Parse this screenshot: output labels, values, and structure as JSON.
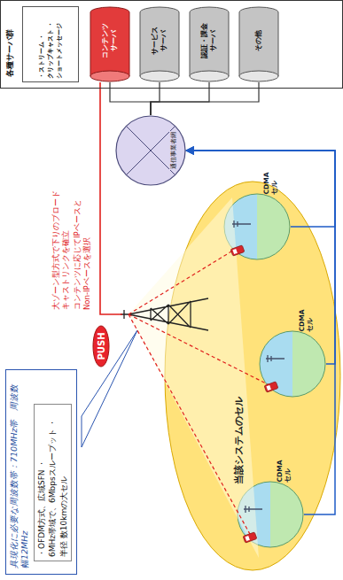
{
  "diagram": {
    "nodes": [
      {
        "text": [
          "具現化に必要な周波数帯：710MHz帯　周波数幅12MHz",
          "・OFDM方式、広域SFN ・6MHz帯域で、6Mbpsスループット ・半径 数10kmの大セル"
        ]
      },
      {
        "text": [
          "各種サーバ群"
        ]
      },
      {
        "text": [
          "・ストリーム ・クリップキャスト ・ショートメッセージ"
        ],
        "in": 1
      },
      {
        "text": [
          "コンテンツ サーバ"
        ],
        "in": 1
      },
      {
        "text": [
          "サービス サーバ"
        ],
        "in": 1
      },
      {
        "text": [
          "認証・課金 サーバ"
        ],
        "in": 1
      },
      {
        "text": [
          "その他"
        ],
        "in": 1
      },
      {
        "text": [
          "通信事業者網"
        ]
      },
      {
        "text": [
          "当該システムのセル"
        ]
      },
      {
        "text": [
          "CDMAセル"
        ],
        "in": 8
      },
      {
        "text": [
          "CDMAセル"
        ],
        "in": 8
      },
      {
        "text": [
          "CDMAセル"
        ],
        "in": 8
      },
      {
        "text": [
          "PUSH"
        ]
      }
    ],
    "edges": [
      {
        "from": 3,
        "to": 7,
        "arrow": "none"
      },
      {
        "from": 4,
        "to": 7,
        "arrow": "none"
      },
      {
        "from": 5,
        "to": 7,
        "arrow": "none"
      },
      {
        "from": 6,
        "to": 7,
        "arrow": "none"
      },
      {
        "from": 9,
        "to": 7,
        "arrow": "to"
      },
      {
        "from": 10,
        "to": 7,
        "arrow": "to"
      },
      {
        "from": 11,
        "to": 7,
        "arrow": "to"
      }
    ],
    "labels": [
      "大ゾーン型方式で下りのブロードキャストリンクを確立",
      "コンテンツに応じてIPベースとNon-IPベースを選択"
    ]
  }
}
